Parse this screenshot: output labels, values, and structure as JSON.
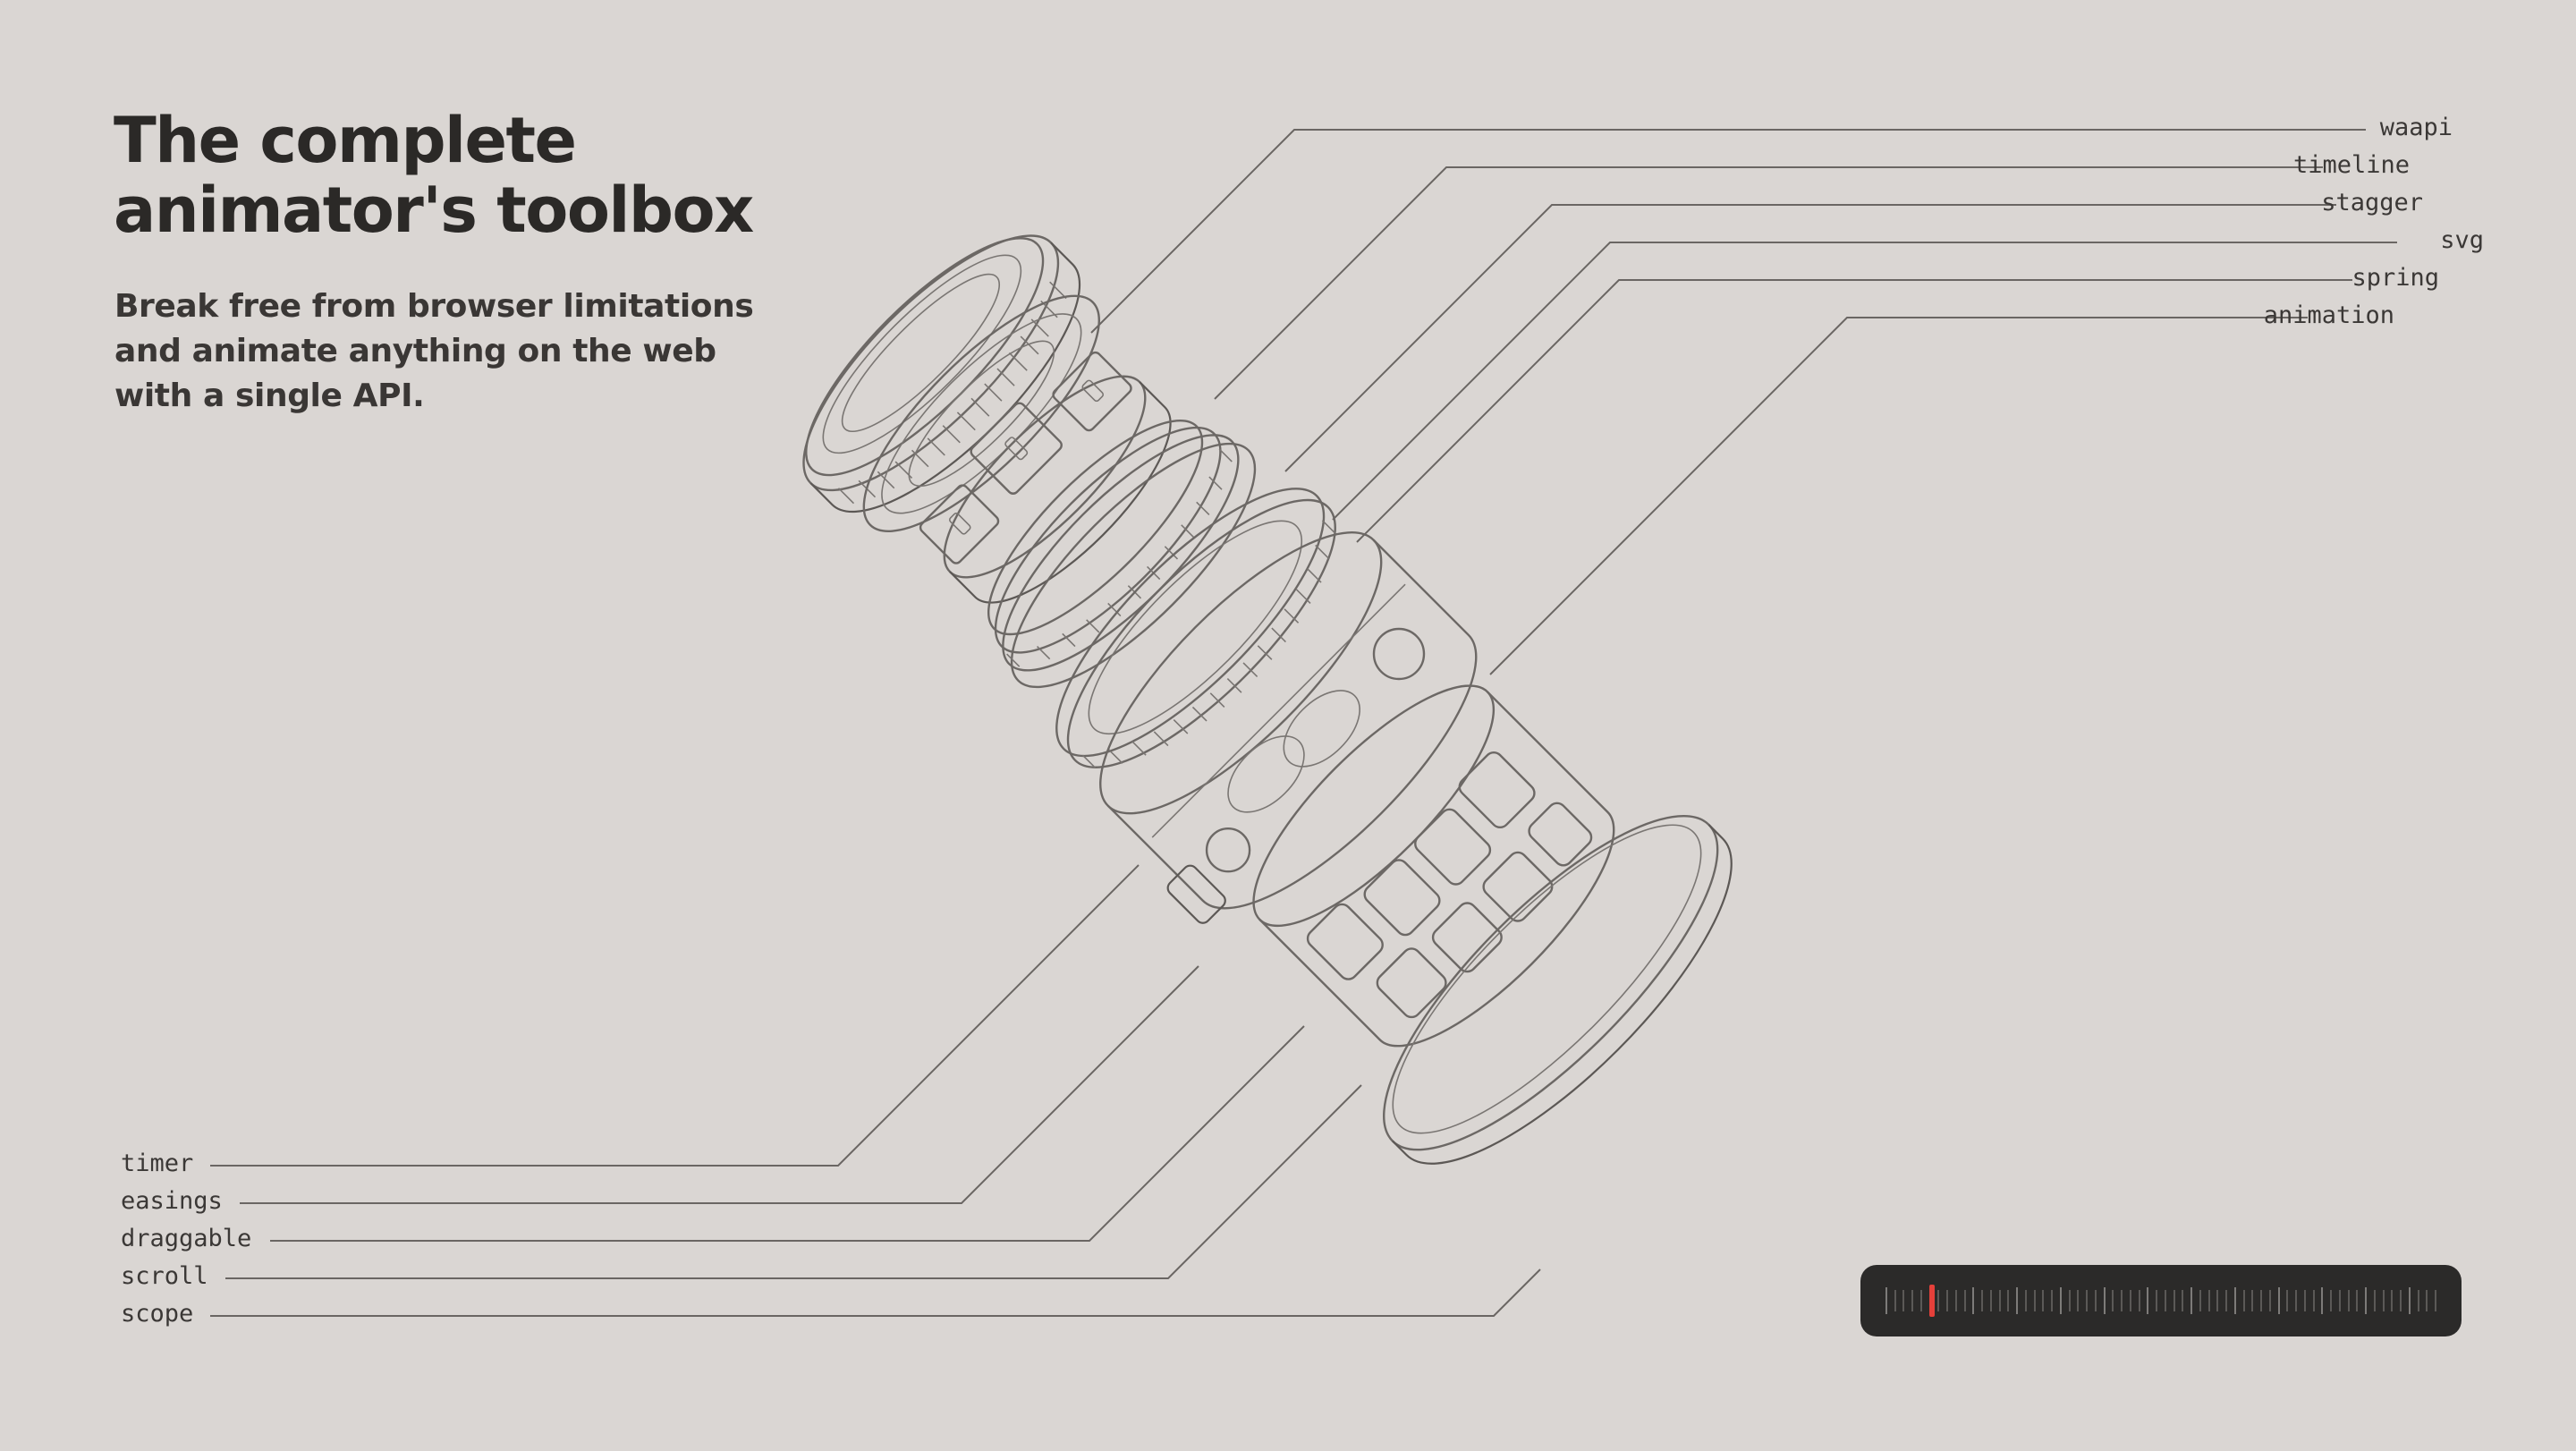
{
  "hero": {
    "title_lines": [
      "The complete",
      "animator's toolbox"
    ],
    "subtitle_lines": [
      "Break free from browser limitations",
      "and animate anything on the web",
      "with a single API."
    ]
  },
  "labels_right": [
    "waapi",
    "timeline",
    "stagger",
    "svg",
    "spring",
    "animation"
  ],
  "labels_left": [
    "timer",
    "easings",
    "draggable",
    "scroll",
    "scope"
  ],
  "scrubber": {
    "progress": 0.08,
    "playhead_color": "#e5403a"
  },
  "colors": {
    "background": "#dad6d3",
    "text": "#2b2927",
    "line": "#6a6663",
    "scrubber_bg": "#2b2a29"
  }
}
